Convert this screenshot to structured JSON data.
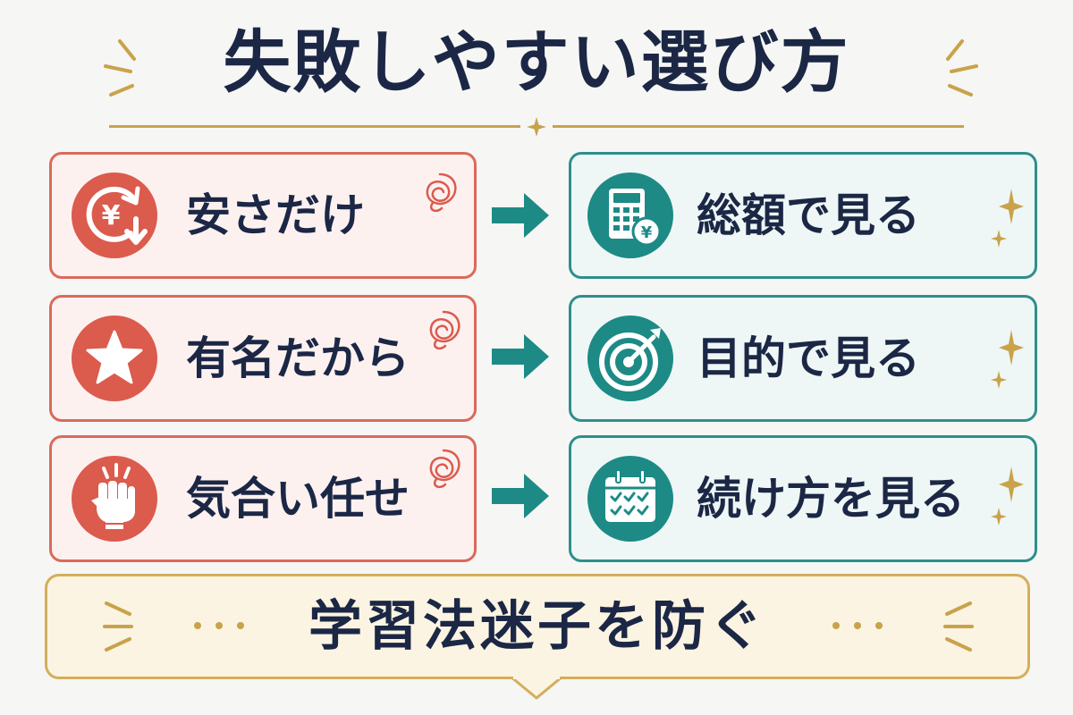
{
  "title": "失敗しやすい選び方",
  "rows": [
    {
      "bad": {
        "label": "安さだけ",
        "icon": "yen-down-icon"
      },
      "good": {
        "label": "総額で見る",
        "icon": "calculator-yen-icon"
      }
    },
    {
      "bad": {
        "label": "有名だから",
        "icon": "star-icon"
      },
      "good": {
        "label": "目的で見る",
        "icon": "target-arrow-icon"
      }
    },
    {
      "bad": {
        "label": "気合い任せ",
        "icon": "fist-icon"
      },
      "good": {
        "label": "続け方を見る",
        "icon": "calendar-check-icon"
      }
    }
  ],
  "banner": {
    "text": "学習法迷子を防ぐ"
  },
  "colors": {
    "bad_accent": "#db5b4d",
    "good_accent": "#1d8a86",
    "gold": "#c9a24a",
    "navy": "#1b2745"
  }
}
